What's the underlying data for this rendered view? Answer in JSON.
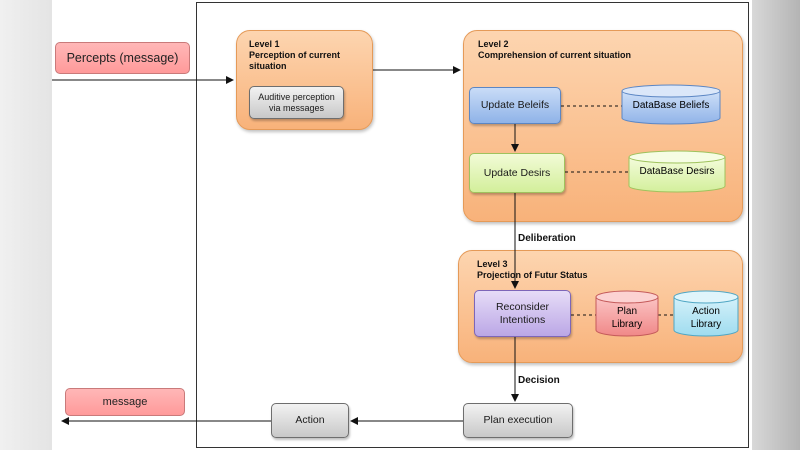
{
  "inputs": {
    "percepts": "Percepts (message)",
    "message": "message"
  },
  "level1": {
    "title": "Level 1",
    "subtitle": "Perception of current situation",
    "box": "Auditive perception via messages"
  },
  "level2": {
    "title": "Level 2",
    "subtitle": "Comprehension of current situation",
    "update_beliefs": "Update Beleifs",
    "update_desirs": "Update Desirs",
    "db_beliefs": "DataBase Beliefs",
    "db_desirs": "DataBase Desirs"
  },
  "edge_labels": {
    "deliberation": "Deliberation",
    "decision": "Decision"
  },
  "level3": {
    "title": "Level 3",
    "subtitle": "Projection of Futur Status",
    "reconsider": "Reconsider Intentions",
    "plan_library": "Plan Library",
    "action_library": "Action Library"
  },
  "bottom": {
    "plan_execution": "Plan execution",
    "action": "Action"
  },
  "colors": {
    "input_pink": "#ff9a9a",
    "level_orange": "#f8b27a",
    "beliefs_blue": "#8fb3e8",
    "desirs_green": "#d3ef9b",
    "intentions_purple": "#bba7e6",
    "plan_library_red": "#f08888",
    "action_library_cyan": "#9fdcef",
    "process_grey": "#c8c8c8"
  }
}
